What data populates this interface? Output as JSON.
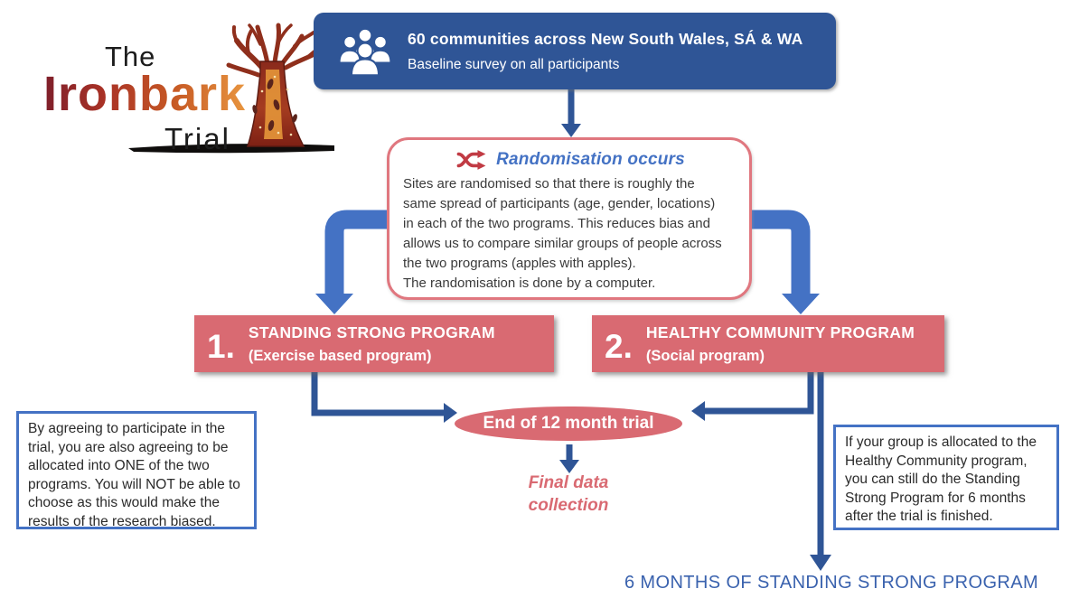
{
  "logo": {
    "line1": "The",
    "line2": "Ironbark",
    "line3": "Trial"
  },
  "top_box": {
    "title": "60 communities across New South Wales, SÁ & WA",
    "subtitle": "Baseline survey on all participants"
  },
  "randomisation": {
    "title": "Randomisation occurs",
    "body": "Sites are randomised so that there is roughly the\nsame spread of participants (age, gender, locations)\nin each of the two programs. This reduces bias and\nallows us to compare similar groups of people across\nthe two programs (apples with apples).\nThe randomisation is done by a computer."
  },
  "programs": [
    {
      "number": "1.",
      "title": "STANDING STRONG PROGRAM",
      "subtitle": "(Exercise based program)"
    },
    {
      "number": "2.",
      "title": "HEALTHY COMMUNITY PROGRAM",
      "subtitle": "(Social program)"
    }
  ],
  "end_ellipse": {
    "label": "End of 12 month trial"
  },
  "final_data": {
    "label": "Final data\ncollection"
  },
  "left_note": {
    "text": "By agreeing to participate in the\ntrial, you are also agreeing to be\nallocated into ONE of the two\nprograms. You will NOT be able to\nchoose as this would make the\nresults of the research biased."
  },
  "right_note": {
    "text": "If your group is allocated to the\nHealthy Community program,\nyou can still do the Standing\nStrong Program for 6 months\nafter the trial is finished."
  },
  "bottom_label": {
    "text": "6 MONTHS OF STANDING STRONG PROGRAM"
  },
  "colors": {
    "dark_blue": "#2F5596",
    "connector_blue": "#4472C4",
    "pink": "#D96A72",
    "pink_border": "#E0777F",
    "shuffle_red": "#C13B44",
    "bottom_text_blue": "#3A62AE"
  }
}
